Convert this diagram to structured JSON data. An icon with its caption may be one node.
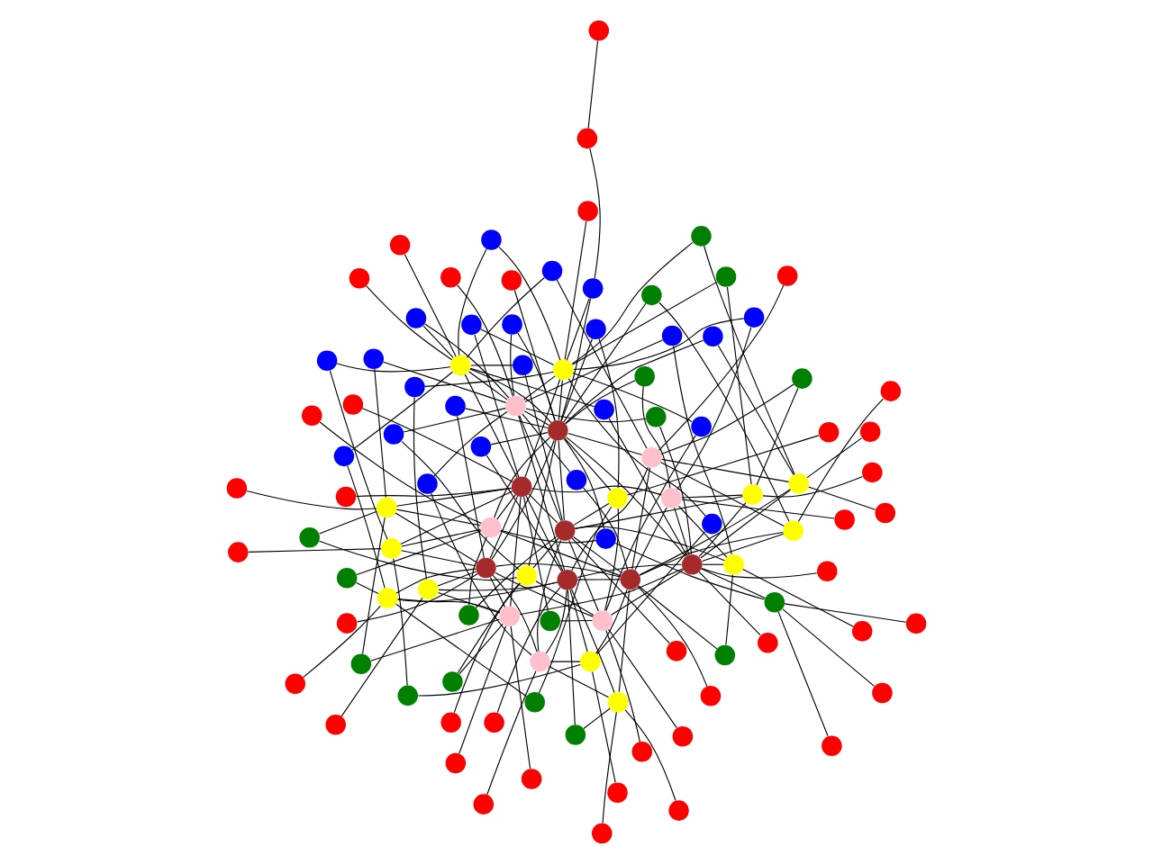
{
  "diagram": {
    "nodes": [
      {
        "text": [],
        "shape": "circle"
      },
      {
        "text": [],
        "shape": "circle"
      },
      {
        "text": [],
        "shape": "circle"
      },
      {
        "text": [],
        "shape": "circle"
      },
      {
        "text": [],
        "shape": "circle"
      },
      {
        "text": [],
        "shape": "circle"
      },
      {
        "text": [],
        "shape": "circle"
      },
      {
        "text": [],
        "shape": "circle"
      },
      {
        "text": [],
        "shape": "circle"
      },
      {
        "text": [],
        "shape": "circle"
      },
      {
        "text": [],
        "shape": "circle"
      },
      {
        "text": [],
        "shape": "circle"
      },
      {
        "text": [],
        "shape": "circle"
      },
      {
        "text": [],
        "shape": "circle"
      },
      {
        "text": [],
        "shape": "circle"
      },
      {
        "text": [],
        "shape": "circle"
      },
      {
        "text": [],
        "shape": "circle"
      },
      {
        "text": [],
        "shape": "circle"
      },
      {
        "text": [],
        "shape": "circle"
      },
      {
        "text": [],
        "shape": "circle"
      },
      {
        "text": [],
        "shape": "circle"
      },
      {
        "text": [],
        "shape": "circle"
      },
      {
        "text": [],
        "shape": "circle"
      },
      {
        "text": [],
        "shape": "circle"
      },
      {
        "text": [],
        "shape": "circle"
      },
      {
        "text": [],
        "shape": "circle"
      },
      {
        "text": [],
        "shape": "circle"
      },
      {
        "text": [],
        "shape": "circle"
      },
      {
        "text": [],
        "shape": "circle"
      },
      {
        "text": [],
        "shape": "circle"
      },
      {
        "text": [],
        "shape": "circle"
      },
      {
        "text": [],
        "shape": "circle"
      },
      {
        "text": [],
        "shape": "circle"
      },
      {
        "text": [],
        "shape": "circle"
      },
      {
        "text": [],
        "shape": "circle"
      },
      {
        "text": [],
        "shape": "circle"
      },
      {
        "text": [],
        "shape": "circle"
      },
      {
        "text": [],
        "shape": "circle"
      },
      {
        "text": [],
        "shape": "circle"
      },
      {
        "text": [],
        "shape": "circle"
      },
      {
        "text": [],
        "shape": "circle"
      },
      {
        "text": [],
        "shape": "circle"
      },
      {
        "text": [],
        "shape": "circle"
      },
      {
        "text": [],
        "shape": "circle"
      },
      {
        "text": [],
        "shape": "circle"
      },
      {
        "text": [],
        "shape": "circle"
      },
      {
        "text": [],
        "shape": "circle"
      },
      {
        "text": [],
        "shape": "circle"
      },
      {
        "text": [],
        "shape": "circle"
      },
      {
        "text": [],
        "shape": "circle"
      },
      {
        "text": [],
        "shape": "circle"
      },
      {
        "text": [],
        "shape": "circle"
      },
      {
        "text": [],
        "shape": "circle"
      },
      {
        "text": [],
        "shape": "circle"
      },
      {
        "text": [],
        "shape": "circle"
      },
      {
        "text": [],
        "shape": "circle"
      },
      {
        "text": [],
        "shape": "circle"
      },
      {
        "text": [],
        "shape": "circle"
      },
      {
        "text": [],
        "shape": "circle"
      },
      {
        "text": [],
        "shape": "circle"
      },
      {
        "text": [],
        "shape": "circle"
      },
      {
        "text": [],
        "shape": "circle"
      },
      {
        "text": [],
        "shape": "circle"
      },
      {
        "text": [],
        "shape": "circle"
      },
      {
        "text": [],
        "shape": "circle"
      },
      {
        "text": [],
        "shape": "circle"
      },
      {
        "text": [],
        "shape": "circle"
      },
      {
        "text": [],
        "shape": "circle"
      },
      {
        "text": [],
        "shape": "circle"
      },
      {
        "text": [],
        "shape": "circle"
      },
      {
        "text": [],
        "shape": "circle"
      },
      {
        "text": [],
        "shape": "circle"
      },
      {
        "text": [],
        "shape": "circle"
      },
      {
        "text": [],
        "shape": "circle"
      },
      {
        "text": [],
        "shape": "circle"
      },
      {
        "text": [],
        "shape": "circle"
      },
      {
        "text": [],
        "shape": "circle"
      },
      {
        "text": [],
        "shape": "circle"
      },
      {
        "text": [],
        "shape": "circle"
      },
      {
        "text": [],
        "shape": "circle"
      },
      {
        "text": [],
        "shape": "circle"
      },
      {
        "text": [],
        "shape": "circle"
      },
      {
        "text": [],
        "shape": "circle"
      },
      {
        "text": [],
        "shape": "circle"
      },
      {
        "text": [],
        "shape": "circle"
      },
      {
        "text": [],
        "shape": "circle"
      },
      {
        "text": [],
        "shape": "circle"
      },
      {
        "text": [],
        "shape": "circle"
      },
      {
        "text": [],
        "shape": "circle"
      },
      {
        "text": [],
        "shape": "circle"
      },
      {
        "text": [],
        "shape": "circle"
      },
      {
        "text": [],
        "shape": "circle"
      },
      {
        "text": [],
        "shape": "circle"
      },
      {
        "text": [],
        "shape": "circle"
      },
      {
        "text": [],
        "shape": "circle"
      },
      {
        "text": [],
        "shape": "circle"
      },
      {
        "text": [],
        "shape": "circle"
      },
      {
        "text": [],
        "shape": "circle"
      },
      {
        "text": [],
        "shape": "circle"
      },
      {
        "text": [],
        "shape": "circle"
      },
      {
        "text": [],
        "shape": "circle"
      },
      {
        "text": [],
        "shape": "circle"
      },
      {
        "text": [],
        "shape": "circle"
      },
      {
        "text": [],
        "shape": "circle"
      },
      {
        "text": [],
        "shape": "circle"
      },
      {
        "text": [],
        "shape": "circle"
      },
      {
        "text": [],
        "shape": "circle"
      },
      {
        "text": [],
        "shape": "circle"
      },
      {
        "text": [],
        "shape": "circle"
      }
    ],
    "edges": [
      {
        "from": 0,
        "to": 1,
        "arrow": "none"
      },
      {
        "from": 1,
        "to": 2,
        "arrow": "none"
      },
      {
        "from": 2,
        "to": 3,
        "arrow": "none"
      },
      {
        "from": 3,
        "to": 4,
        "arrow": "none"
      },
      {
        "from": 4,
        "to": 5,
        "arrow": "none"
      },
      {
        "from": 5,
        "to": 6,
        "arrow": "none"
      },
      {
        "from": 6,
        "to": 0,
        "arrow": "none"
      },
      {
        "from": 0,
        "to": 3,
        "arrow": "none"
      },
      {
        "from": 1,
        "to": 4,
        "arrow": "none"
      },
      {
        "from": 2,
        "to": 5,
        "arrow": "none"
      },
      {
        "from": 7,
        "to": 0,
        "arrow": "none"
      },
      {
        "from": 7,
        "to": 2,
        "arrow": "none"
      },
      {
        "from": 7,
        "to": 4,
        "arrow": "none"
      },
      {
        "from": 8,
        "to": 1,
        "arrow": "none"
      },
      {
        "from": 8,
        "to": 3,
        "arrow": "none"
      },
      {
        "from": 8,
        "to": 5,
        "arrow": "none"
      },
      {
        "from": 9,
        "to": 2,
        "arrow": "none"
      },
      {
        "from": 9,
        "to": 4,
        "arrow": "none"
      },
      {
        "from": 9,
        "to": 6,
        "arrow": "none"
      },
      {
        "from": 10,
        "to": 3,
        "arrow": "none"
      },
      {
        "from": 10,
        "to": 5,
        "arrow": "none"
      },
      {
        "from": 10,
        "to": 0,
        "arrow": "none"
      },
      {
        "from": 11,
        "to": 4,
        "arrow": "none"
      },
      {
        "from": 11,
        "to": 6,
        "arrow": "none"
      },
      {
        "from": 11,
        "to": 1,
        "arrow": "none"
      },
      {
        "from": 12,
        "to": 5,
        "arrow": "none"
      },
      {
        "from": 12,
        "to": 0,
        "arrow": "none"
      },
      {
        "from": 12,
        "to": 2,
        "arrow": "none"
      },
      {
        "from": 13,
        "to": 6,
        "arrow": "none"
      },
      {
        "from": 13,
        "to": 1,
        "arrow": "none"
      },
      {
        "from": 13,
        "to": 3,
        "arrow": "none"
      },
      {
        "from": 14,
        "to": 0,
        "arrow": "none"
      },
      {
        "from": 14,
        "to": 3,
        "arrow": "none"
      },
      {
        "from": 14,
        "to": 7,
        "arrow": "none"
      },
      {
        "from": 15,
        "to": 1,
        "arrow": "none"
      },
      {
        "from": 15,
        "to": 4,
        "arrow": "none"
      },
      {
        "from": 15,
        "to": 8,
        "arrow": "none"
      },
      {
        "from": 16,
        "to": 2,
        "arrow": "none"
      },
      {
        "from": 16,
        "to": 5,
        "arrow": "none"
      },
      {
        "from": 16,
        "to": 9,
        "arrow": "none"
      },
      {
        "from": 17,
        "to": 3,
        "arrow": "none"
      },
      {
        "from": 17,
        "to": 6,
        "arrow": "none"
      },
      {
        "from": 17,
        "to": 10,
        "arrow": "none"
      },
      {
        "from": 18,
        "to": 4,
        "arrow": "none"
      },
      {
        "from": 18,
        "to": 0,
        "arrow": "none"
      },
      {
        "from": 18,
        "to": 11,
        "arrow": "none"
      },
      {
        "from": 19,
        "to": 5,
        "arrow": "none"
      },
      {
        "from": 19,
        "to": 1,
        "arrow": "none"
      },
      {
        "from": 19,
        "to": 12,
        "arrow": "none"
      },
      {
        "from": 20,
        "to": 6,
        "arrow": "none"
      },
      {
        "from": 20,
        "to": 2,
        "arrow": "none"
      },
      {
        "from": 20,
        "to": 13,
        "arrow": "none"
      },
      {
        "from": 21,
        "to": 0,
        "arrow": "none"
      },
      {
        "from": 21,
        "to": 3,
        "arrow": "none"
      },
      {
        "from": 21,
        "to": 7,
        "arrow": "none"
      },
      {
        "from": 22,
        "to": 1,
        "arrow": "none"
      },
      {
        "from": 22,
        "to": 4,
        "arrow": "none"
      },
      {
        "from": 22,
        "to": 8,
        "arrow": "none"
      },
      {
        "from": 23,
        "to": 2,
        "arrow": "none"
      },
      {
        "from": 23,
        "to": 5,
        "arrow": "none"
      },
      {
        "from": 23,
        "to": 9,
        "arrow": "none"
      },
      {
        "from": 24,
        "to": 3,
        "arrow": "none"
      },
      {
        "from": 24,
        "to": 6,
        "arrow": "none"
      },
      {
        "from": 24,
        "to": 10,
        "arrow": "none"
      },
      {
        "from": 25,
        "to": 4,
        "arrow": "none"
      },
      {
        "from": 25,
        "to": 0,
        "arrow": "none"
      },
      {
        "from": 25,
        "to": 11,
        "arrow": "none"
      },
      {
        "from": 26,
        "to": 5,
        "arrow": "none"
      },
      {
        "from": 26,
        "to": 1,
        "arrow": "none"
      },
      {
        "from": 26,
        "to": 12,
        "arrow": "none"
      },
      {
        "from": 27,
        "to": 6,
        "arrow": "none"
      },
      {
        "from": 27,
        "to": 2,
        "arrow": "none"
      },
      {
        "from": 27,
        "to": 13,
        "arrow": "none"
      },
      {
        "from": 28,
        "to": 1,
        "arrow": "none"
      },
      {
        "from": 28,
        "to": 9,
        "arrow": "none"
      },
      {
        "from": 29,
        "to": 6,
        "arrow": "none"
      },
      {
        "from": 29,
        "to": 12,
        "arrow": "none"
      },
      {
        "from": 30,
        "to": 11,
        "arrow": "none"
      },
      {
        "from": 30,
        "to": 15,
        "arrow": "none"
      },
      {
        "from": 31,
        "to": 16,
        "arrow": "none"
      },
      {
        "from": 31,
        "to": 18,
        "arrow": "none"
      },
      {
        "from": 32,
        "to": 21,
        "arrow": "none"
      },
      {
        "from": 32,
        "to": 22,
        "arrow": "none"
      },
      {
        "from": 33,
        "to": 26,
        "arrow": "none"
      },
      {
        "from": 33,
        "to": 24,
        "arrow": "none"
      },
      {
        "from": 34,
        "to": 3,
        "arrow": "none"
      },
      {
        "from": 34,
        "to": 27,
        "arrow": "none"
      },
      {
        "from": 35,
        "to": 8,
        "arrow": "none"
      },
      {
        "from": 35,
        "to": 2,
        "arrow": "none"
      },
      {
        "from": 36,
        "to": 13,
        "arrow": "none"
      },
      {
        "from": 36,
        "to": 5,
        "arrow": "none"
      },
      {
        "from": 37,
        "to": 18,
        "arrow": "none"
      },
      {
        "from": 37,
        "to": 8,
        "arrow": "none"
      },
      {
        "from": 38,
        "to": 23,
        "arrow": "none"
      },
      {
        "from": 38,
        "to": 11,
        "arrow": "none"
      },
      {
        "from": 39,
        "to": 0,
        "arrow": "none"
      },
      {
        "from": 39,
        "to": 14,
        "arrow": "none"
      },
      {
        "from": 40,
        "to": 5,
        "arrow": "none"
      },
      {
        "from": 40,
        "to": 17,
        "arrow": "none"
      },
      {
        "from": 41,
        "to": 10,
        "arrow": "none"
      },
      {
        "from": 41,
        "to": 20,
        "arrow": "none"
      },
      {
        "from": 42,
        "to": 15,
        "arrow": "none"
      },
      {
        "from": 42,
        "to": 23,
        "arrow": "none"
      },
      {
        "from": 43,
        "to": 20,
        "arrow": "none"
      },
      {
        "from": 43,
        "to": 26,
        "arrow": "none"
      },
      {
        "from": 44,
        "to": 6,
        "arrow": "none"
      },
      {
        "from": 44,
        "to": 68,
        "arrow": "none"
      },
      {
        "from": 45,
        "to": 23,
        "arrow": "none"
      },
      {
        "from": 45,
        "to": 12,
        "arrow": "none"
      },
      {
        "from": 46,
        "to": 26,
        "arrow": "none"
      },
      {
        "from": 46,
        "to": 19,
        "arrow": "none"
      },
      {
        "from": 47,
        "to": 1,
        "arrow": "none"
      },
      {
        "from": 47,
        "to": 26,
        "arrow": "none"
      },
      {
        "from": 48,
        "to": 4,
        "arrow": "none"
      },
      {
        "from": 48,
        "to": 5,
        "arrow": "none"
      },
      {
        "from": 49,
        "to": 7,
        "arrow": "none"
      },
      {
        "from": 49,
        "to": 12,
        "arrow": "none"
      },
      {
        "from": 50,
        "to": 10,
        "arrow": "none"
      },
      {
        "from": 50,
        "to": 19,
        "arrow": "none"
      },
      {
        "from": 51,
        "to": 13,
        "arrow": "none"
      },
      {
        "from": 51,
        "to": 26,
        "arrow": "none"
      },
      {
        "from": 52,
        "to": 16,
        "arrow": "none"
      },
      {
        "from": 52,
        "to": 5,
        "arrow": "none"
      },
      {
        "from": 53,
        "to": 19,
        "arrow": "none"
      },
      {
        "from": 53,
        "to": 12,
        "arrow": "none"
      },
      {
        "from": 54,
        "to": 22,
        "arrow": "none"
      },
      {
        "from": 54,
        "to": 19,
        "arrow": "none"
      },
      {
        "from": 55,
        "to": 25,
        "arrow": "none"
      },
      {
        "from": 55,
        "to": 26,
        "arrow": "none"
      },
      {
        "from": 56,
        "to": 0,
        "arrow": "none"
      },
      {
        "from": 56,
        "to": 5,
        "arrow": "none"
      },
      {
        "from": 57,
        "to": 3,
        "arrow": "none"
      },
      {
        "from": 57,
        "to": 12,
        "arrow": "none"
      },
      {
        "from": 58,
        "to": 6,
        "arrow": "none"
      },
      {
        "from": 58,
        "to": 19,
        "arrow": "none"
      },
      {
        "from": 59,
        "to": 9,
        "arrow": "none"
      },
      {
        "from": 59,
        "to": 26,
        "arrow": "none"
      },
      {
        "from": 60,
        "to": 12,
        "arrow": "none"
      },
      {
        "from": 60,
        "to": 5,
        "arrow": "none"
      },
      {
        "from": 61,
        "to": 15,
        "arrow": "none"
      },
      {
        "from": 61,
        "to": 12,
        "arrow": "none"
      },
      {
        "from": 62,
        "to": 18,
        "arrow": "none"
      },
      {
        "from": 62,
        "to": 19,
        "arrow": "none"
      },
      {
        "from": 63,
        "to": 21,
        "arrow": "none"
      },
      {
        "from": 63,
        "to": 26,
        "arrow": "none"
      },
      {
        "from": 64,
        "to": 24,
        "arrow": "none"
      },
      {
        "from": 64,
        "to": 5,
        "arrow": "none"
      },
      {
        "from": 65,
        "to": 27,
        "arrow": "none"
      },
      {
        "from": 65,
        "to": 12,
        "arrow": "none"
      },
      {
        "from": 66,
        "to": 2,
        "arrow": "none"
      },
      {
        "from": 66,
        "to": 19,
        "arrow": "none"
      },
      {
        "from": 67,
        "to": 5,
        "arrow": "none"
      },
      {
        "from": 67,
        "to": 26,
        "arrow": "none"
      },
      {
        "from": 68,
        "to": 8,
        "arrow": "none"
      },
      {
        "from": 68,
        "to": 5,
        "arrow": "none"
      },
      {
        "from": 69,
        "to": 9,
        "arrow": "none"
      },
      {
        "from": 70,
        "to": 14,
        "arrow": "none"
      },
      {
        "from": 71,
        "to": 19,
        "arrow": "none"
      },
      {
        "from": 72,
        "to": 24,
        "arrow": "none"
      },
      {
        "from": 73,
        "to": 1,
        "arrow": "none"
      },
      {
        "from": 74,
        "to": 6,
        "arrow": "none"
      },
      {
        "from": 75,
        "to": 11,
        "arrow": "none"
      },
      {
        "from": 76,
        "to": 16,
        "arrow": "none"
      },
      {
        "from": 77,
        "to": 21,
        "arrow": "none"
      },
      {
        "from": 78,
        "to": 26,
        "arrow": "none"
      },
      {
        "from": 79,
        "to": 3,
        "arrow": "none"
      },
      {
        "from": 80,
        "to": 8,
        "arrow": "none"
      },
      {
        "from": 81,
        "to": 13,
        "arrow": "none"
      },
      {
        "from": 82,
        "to": 18,
        "arrow": "none"
      },
      {
        "from": 83,
        "to": 23,
        "arrow": "none"
      },
      {
        "from": 84,
        "to": 0,
        "arrow": "none"
      },
      {
        "from": 85,
        "to": 5,
        "arrow": "none"
      },
      {
        "from": 86,
        "to": 10,
        "arrow": "none"
      },
      {
        "from": 87,
        "to": 15,
        "arrow": "none"
      },
      {
        "from": 88,
        "to": 20,
        "arrow": "none"
      },
      {
        "from": 89,
        "to": 25,
        "arrow": "none"
      },
      {
        "from": 90,
        "to": 2,
        "arrow": "none"
      },
      {
        "from": 91,
        "to": 7,
        "arrow": "none"
      },
      {
        "from": 92,
        "to": 12,
        "arrow": "none"
      },
      {
        "from": 93,
        "to": 17,
        "arrow": "none"
      },
      {
        "from": 94,
        "to": 22,
        "arrow": "none"
      },
      {
        "from": 95,
        "to": 27,
        "arrow": "none"
      },
      {
        "from": 96,
        "to": 4,
        "arrow": "none"
      },
      {
        "from": 97,
        "to": 9,
        "arrow": "none"
      },
      {
        "from": 98,
        "to": 14,
        "arrow": "none"
      },
      {
        "from": 99,
        "to": 19,
        "arrow": "none"
      },
      {
        "from": 100,
        "to": 24,
        "arrow": "none"
      },
      {
        "from": 101,
        "to": 1,
        "arrow": "none"
      },
      {
        "from": 102,
        "to": 6,
        "arrow": "none"
      },
      {
        "from": 103,
        "to": 11,
        "arrow": "none"
      },
      {
        "from": 104,
        "to": 67,
        "arrow": "none"
      },
      {
        "from": 105,
        "to": 104,
        "arrow": "none"
      },
      {
        "from": 106,
        "to": 44,
        "arrow": "none"
      },
      {
        "from": 107,
        "to": 44,
        "arrow": "none"
      },
      {
        "from": 108,
        "to": 44,
        "arrow": "none"
      }
    ]
  }
}
